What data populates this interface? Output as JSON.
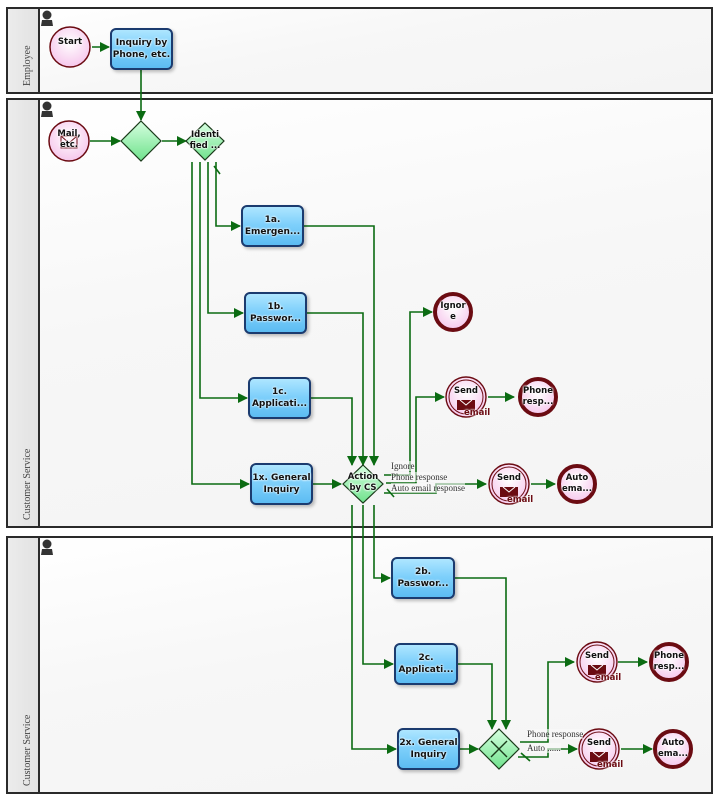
{
  "lanes": [
    {
      "id": "employee",
      "title": "Employee"
    },
    {
      "id": "cs1",
      "title": "Customer Service"
    },
    {
      "id": "cs2",
      "title": "Customer Service"
    }
  ],
  "events": {
    "start": "Start",
    "mail": "Mail, etc.",
    "ignore": "Ignor e",
    "send_email_1": "Send",
    "send_email_1_sub": "email",
    "phone_resp_1": "Phone resp...",
    "send_email_2": "Send",
    "send_email_2_sub": "email",
    "auto_email_1": "Auto ema...",
    "send_email_3": "Send",
    "send_email_3_sub": "email",
    "phone_resp_2": "Phone resp...",
    "send_email_4": "Send",
    "send_email_4_sub": "email",
    "auto_email_2": "Auto ema..."
  },
  "tasks": {
    "inquiry": "Inquiry by Phone, etc.",
    "t1a": "1a. Emergen...",
    "t1b": "1b. Passwor...",
    "t1c": "1c. Applicati...",
    "t1x": "1x. General Inquiry",
    "t2b": "2b. Passwor...",
    "t2c": "2c. Applicati...",
    "t2x": "2x. General Inquiry"
  },
  "gateways": {
    "merge": "",
    "identified": "Identi fied ...",
    "action": "Action by CS",
    "exclusive": ""
  },
  "edge_labels": {
    "ignore": "Ignore",
    "phone_response": "Phone response",
    "auto_email_response": "Auto email response",
    "phone_response_2": "Phone response",
    "auto_2": "Auto ......"
  },
  "colors": {
    "flow": "#0b6b12",
    "event_border": "#6b0b12",
    "event_fill": "#fbd8f2",
    "task_border": "#1b3b6f",
    "gateway_fill": "#8ff0a6"
  }
}
